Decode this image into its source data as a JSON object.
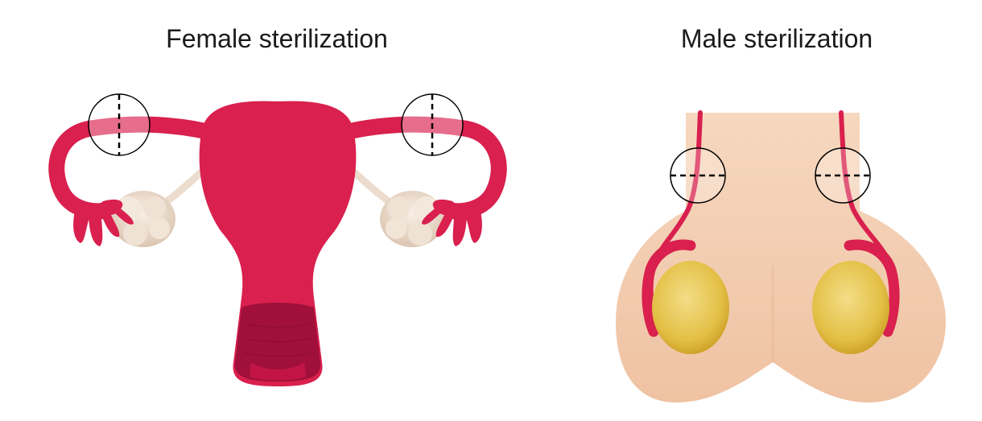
{
  "female": {
    "title": "Female sterilization",
    "cut_sites": 2
  },
  "male": {
    "title": "Male sterilization",
    "cut_sites": 2
  },
  "colors": {
    "uterus": "#d9204e",
    "uterus_inner": "#a0103a",
    "ovary": "#ecdccd",
    "skin": "#f4d0b3",
    "testis": "#e8c548",
    "duct": "#d9204e",
    "marker": "#000000"
  },
  "icons": [
    "uterus-illustration",
    "scrotum-illustration",
    "cut-marker-circle"
  ]
}
